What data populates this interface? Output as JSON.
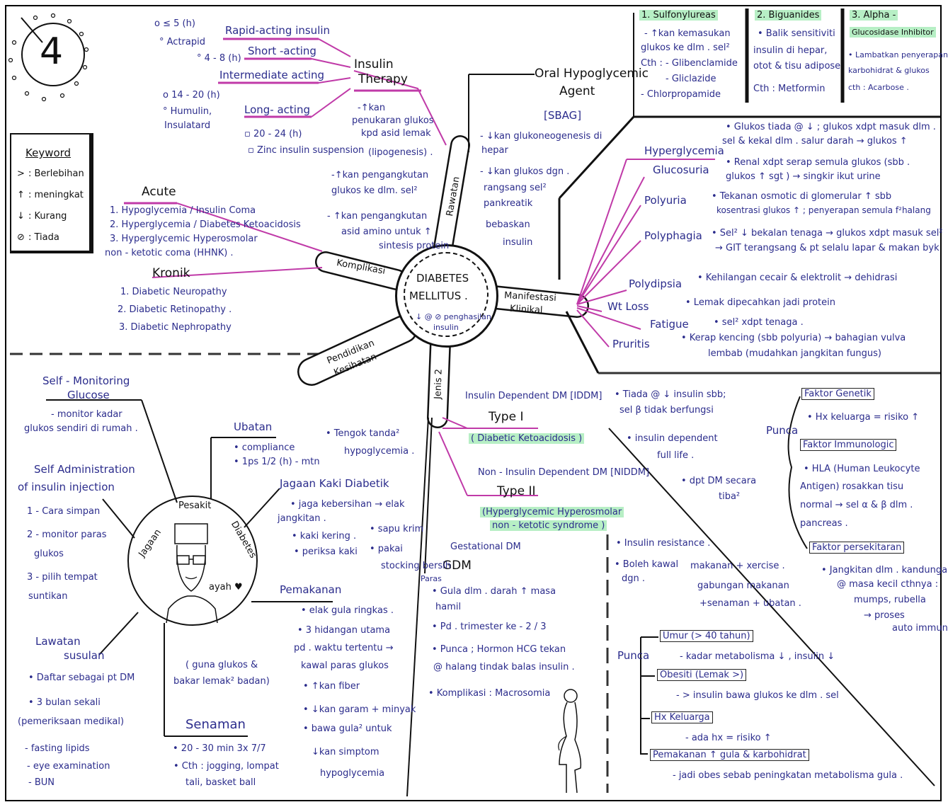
{
  "page_number": "4",
  "keyword": {
    "title": "Keyword",
    "items": [
      {
        "sym": ">",
        "text": ": Berlebihan"
      },
      {
        "sym": "↑",
        "text": ": meningkat"
      },
      {
        "sym": "↓",
        "text": ": Kurang"
      },
      {
        "sym": "⊘",
        "text": ": Tiada"
      }
    ]
  },
  "center": {
    "line1": "DIABETES",
    "line2": "MELLITUS .",
    "sub1": "↓ @ ⊘ penghasilan",
    "sub2": "insulin"
  },
  "spokes": {
    "rawatan": "Rawatan",
    "komplikasi": "Komplikasi",
    "manifestasi1": "Manifestasi",
    "manifestasi2": "Klinikal",
    "pendidikan1": "Pendidikan",
    "pendidikan2": "Kesihatan",
    "jenis": "Jenis 2"
  },
  "insulin": {
    "title1": "Insulin",
    "title2": "Therapy",
    "rapid": "Rapid-acting insulin",
    "short": "Short -acting",
    "intermediate": "Intermediate acting",
    "long": "Long- acting",
    "n_lt5": "o ≤ 5 (h)",
    "actrapid": "° Actrapid",
    "n48": "° 4 - 8 (h)",
    "n1420": "o 14 - 20 (h)",
    "humulin": "° Humulin,",
    "insulatard": "Insulatard",
    "n2024": "▫ 20 - 24 (h)",
    "zinc": "▫ Zinc insulin suspension",
    "notes": [
      "-↑kan",
      "penukaran glukos",
      "kpd asid lemak",
      "(lipogenesis) .",
      "-↑kan pengangkutan",
      "glukos ke dlm. sel²",
      "- ↑kan pengangkutan",
      "asid amino untuk ↑",
      "sintesis protein"
    ]
  },
  "oral": {
    "title1": "Oral Hypoglycemic",
    "title2": "Agent",
    "title3": "[SBAG]",
    "notes": [
      "- ↓kan glukoneogenesis di",
      "hepar",
      "- ↓kan glukos dgn .",
      "rangsang sel²",
      "pankreatik",
      "bebaskan",
      "insulin"
    ]
  },
  "drugs": [
    {
      "title": "1. Sulfonylureas",
      "lines": [
        "- ↑kan kemasukan",
        "glukos ke dlm . sel²",
        "Cth : - Glibenclamide",
        "- Gliclazide",
        "- Chlorpropamide"
      ]
    },
    {
      "title": "2. Biguanides",
      "lines": [
        "• Balik sensitiviti",
        "insulin di hepar,",
        "otot & tisu adipose",
        "Cth : Metformin"
      ]
    },
    {
      "title": "3. Alpha -",
      "title2": "Glucosidase Inhibitor",
      "lines": [
        "• Lambatkan penyerapan",
        "karbohidrat & glukos",
        "cth : Acarbose ."
      ]
    }
  ],
  "komplikasi": {
    "acute": "Acute",
    "acute_items": [
      "1. Hypoglycemia / Insulin Coma",
      "2. Hyperglycemia / Diabetes Ketoacidosis",
      "3. Hyperglycemic Hyperosmolar",
      "non - ketotic coma (HHNK) ."
    ],
    "kronik": "Kronik",
    "kronik_items": [
      "1. Diabetic Neuropathy",
      "2. Diabetic Retinopathy .",
      "3. Diabetic Nephropathy"
    ]
  },
  "manifestasi": [
    {
      "term": "Hyperglycemia",
      "desc": [
        "• Glukos tiada @ ↓ ; glukos xdpt masuk dlm .",
        "sel & kekal dlm . salur darah → glukos ↑"
      ]
    },
    {
      "term": "Glucosuria",
      "desc": [
        "• Renal xdpt serap semula glukos (sbb .",
        "glukos ↑ sgt ) → singkir ikut urine"
      ]
    },
    {
      "term": "Polyuria",
      "desc": [
        "• Tekanan osmotic di glomerular ↑ sbb",
        "kosentrasi glukos ↑ ; penyerapan semula f²halang"
      ]
    },
    {
      "term": "Polyphagia",
      "desc": [
        "• Sel² ↓ bekalan tenaga → glukos xdpt masuk sel²",
        "→ GIT terangsang & pt selalu lapar & makan byk"
      ]
    },
    {
      "term": "Polydipsia",
      "desc": [
        "• Kehilangan cecair & elektrolit → dehidrasi"
      ]
    },
    {
      "term": "Wt Loss",
      "desc": [
        "• Lemak dipecahkan jadi protein"
      ]
    },
    {
      "term": "Fatigue",
      "desc": [
        "• sel² xdpt tenaga ."
      ]
    },
    {
      "term": "Pruritis",
      "desc": [
        "• Kerap kencing (sbb polyuria) → bahagian vulva",
        "lembab (mudahkan jangkitan fungus)"
      ]
    }
  ],
  "jenis": {
    "idm": "Insulin Dependent DM [IDDM]",
    "type1": "Type I",
    "type1_sub": "( Diabetic Ketoacidosis )",
    "type1_notes": [
      "• Tiada @ ↓ insulin sbb;",
      "sel β tidak berfungsi",
      "• insulin dependent",
      "full life .",
      "• dpt DM secara",
      "tiba²"
    ],
    "niddm": "Non - Insulin Dependent DM [NIDDM]",
    "type2": "Type II",
    "type2_sub1": "(Hyperglycemic Hyperosmolar",
    "type2_sub2": "non - ketotic syndrome )",
    "type2_notes": [
      "• Insulin resistance .",
      "• Boleh kawal",
      "dgn ."
    ],
    "kawal": [
      "makanan + xercise .",
      "gabungan makanan",
      "+senaman + ubatan ."
    ],
    "gdm_title": "Gestational DM",
    "gdm": "GDM",
    "gdm_notes": [
      "• Gula dlm . darah ↑ masa",
      "hamil",
      "• Pd . trimester ke - 2 / 3",
      "• Punca ; Hormon HCG tekan",
      "@ halang tindak balas insulin .",
      "• Komplikasi : Macrosomia"
    ]
  },
  "punca1": {
    "label": "Punca",
    "items": [
      {
        "box": "Faktor Genetik",
        "lines": [
          "• Hx keluarga = risiko ↑"
        ]
      },
      {
        "box": "Faktor Immunologic",
        "lines": [
          "• HLA (Human Leukocyte",
          "Antigen) rosakkan tisu",
          "normal → sel α & β dlm .",
          "pancreas ."
        ]
      },
      {
        "box": "Faktor persekitaran",
        "lines": [
          "• Jangkitan dlm . kandungan",
          "@ masa kecil cthnya :",
          "mumps, rubella",
          "→ proses",
          "auto immune"
        ]
      }
    ]
  },
  "punca2": {
    "label": "Punca",
    "items": [
      {
        "box": "Umur (> 40 tahun)",
        "line": "- kadar metabolisma ↓ , insulin ↓"
      },
      {
        "box": "Obesiti (Lemak >)",
        "line": "- > insulin bawa glukos ke dlm . sel"
      },
      {
        "box": "Hx Keluarga",
        "line": "- ada hx = risiko ↑"
      },
      {
        "box": "Pemakanan ↑ gula & karbohidrat",
        "line": "- jadi obes sebab peningkatan metabolisma gula ."
      }
    ]
  },
  "pendidikan": {
    "smg_title1": "Self - Monitoring",
    "smg_title2": "Glucose",
    "smg_lines": [
      "- monitor kadar",
      "glukos sendiri di rumah ."
    ],
    "sai_title1": "Self Administration",
    "sai_title2": "of insulin injection",
    "sai_lines": [
      "1 - Cara simpan",
      "2 - monitor paras",
      "glukos",
      "3 - pilih tempat",
      "suntikan"
    ],
    "lawatan_title1": "Lawatan",
    "lawatan_title2": "susulan",
    "lawatan_lines": [
      "• Daftar sebagai pt DM",
      "• 3 bulan sekali",
      "(pemeriksaan medikal)",
      "- fasting lipids",
      "- eye examination",
      "- BUN"
    ],
    "ubatan_title": "Ubatan",
    "ubatan_lines": [
      "• compliance",
      "• 1ps 1/2 (h) - mtn"
    ],
    "tengok": [
      "• Tengok tanda²",
      "hypoglycemia ."
    ],
    "kaki_title": "Jagaan Kaki Diabetik",
    "kaki_lines": [
      "• jaga kebersihan → elak",
      "jangkitan .",
      "• kaki kering .",
      "• periksa kaki"
    ],
    "kaki_lines2": [
      "• sapu krim",
      "• pakai",
      "stocking bersih"
    ],
    "pemakanan_title": "Pemakanan",
    "pemakanan_lines": [
      "• elak gula ringkas .",
      "• 3 hidangan utama",
      "pd . waktu tertentu →",
      "kawal paras glukos",
      "• ↑kan fiber",
      "• ↓kan garam + minyak",
      "• bawa gula² untuk",
      "↓kan simptom",
      "hypoglycemia"
    ],
    "senaman_title": "Senaman",
    "senaman_note1": "( guna glukos &",
    "senaman_note2": "bakar lemak² badan)",
    "senaman_lines": [
      "• 20 - 30 min 3x 7/7",
      "• Cth : jogging, lompat",
      "tali, basket ball"
    ],
    "avatar_top": "Pesakit",
    "avatar_left": "Jagaan",
    "avatar_right": "Diabetes",
    "avatar_name": "ayah ♥",
    "paras": "Paras"
  }
}
